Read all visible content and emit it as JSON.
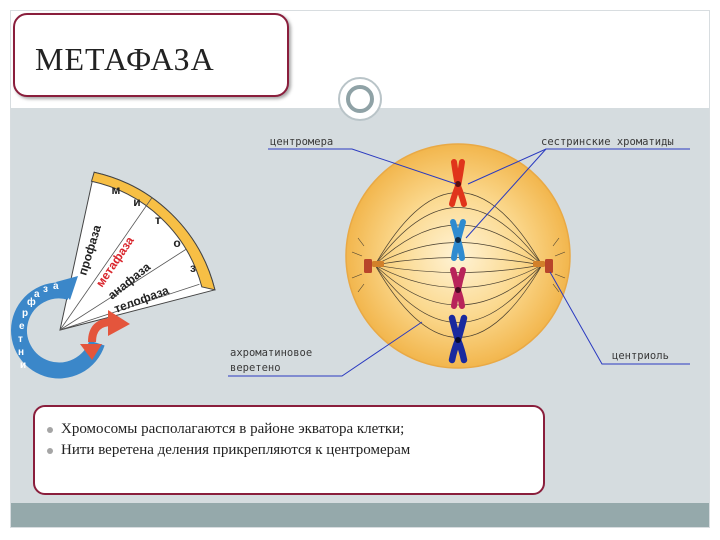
{
  "slide": {
    "title": "МЕТАФАЗА"
  },
  "diagram": {
    "labels": {
      "centromere": "центромера",
      "sister_chromatids": "сестринские хроматиды",
      "spindle_line1": "ахроматиновое",
      "spindle_line2": "веретено",
      "centriole": "центриоль"
    },
    "mitosis_wheel": {
      "outer_letters": [
        "м",
        "и",
        "т",
        "о",
        "з"
      ],
      "phases": [
        "профаза",
        "метафаза",
        "анафаза",
        "телофаза"
      ],
      "interphase_letters": [
        "и",
        "н",
        "т",
        "е",
        "р",
        "ф",
        "а",
        "з",
        "а"
      ]
    },
    "colors": {
      "cell": "#f7c766",
      "chromosome_1": "#e0341b",
      "chromosome_2": "#2e8bd0",
      "chromosome_3": "#b8245a",
      "chromosome_4": "#1a2a9e",
      "highlight_phase": "#d9262d",
      "frame": "#8a1e3c"
    }
  },
  "bullets": [
    "Хромосомы располагаются в районе экватора клетки;",
    "Нити веретена деления прикрепляются к центромерам"
  ]
}
